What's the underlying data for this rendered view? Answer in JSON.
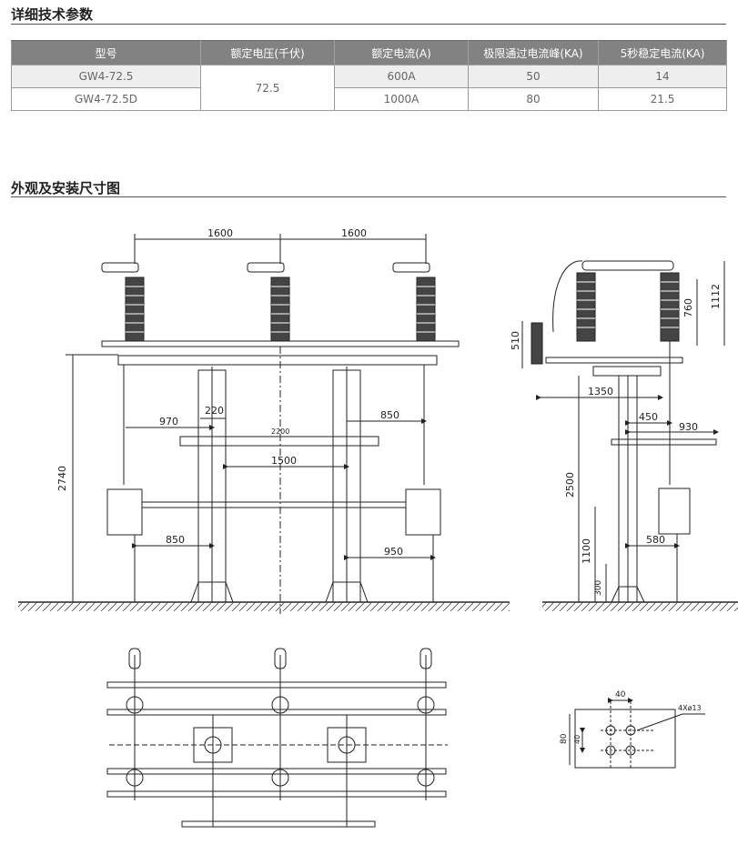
{
  "spec_section": {
    "title": "详细技术参数"
  },
  "spec_table": {
    "headers": [
      "型号",
      "额定电压(千伏)",
      "额定电流(A)",
      "极限通过电流峰(KA)",
      "5秒稳定电流(KA)"
    ],
    "rows": [
      {
        "model": "GW4-72.5",
        "voltage": "72.5",
        "current": "600A",
        "peak": "50",
        "stable": "14"
      },
      {
        "model": "GW4-72.5D",
        "current": "1000A",
        "peak": "80",
        "stable": "21.5"
      }
    ]
  },
  "drawing_section": {
    "title": "外观及安装尺寸图"
  },
  "dimensions": {
    "front": {
      "span_left": "1600",
      "span_right": "1600",
      "height_total": "2740",
      "d970": "970",
      "d220": "220",
      "d2200": "2200",
      "d850_top": "850",
      "d1500": "1500",
      "d850_bottom": "850",
      "d950": "950"
    },
    "side": {
      "d1112": "1112",
      "d760": "760",
      "d510": "510",
      "d1350": "1350",
      "d450": "450",
      "d930": "930",
      "d2500": "2500",
      "d1100": "1100",
      "d580": "580",
      "d300": "300"
    },
    "detail": {
      "d40_top": "40",
      "d80": "80",
      "d40_left": "40",
      "holes": "4Xø13"
    }
  }
}
